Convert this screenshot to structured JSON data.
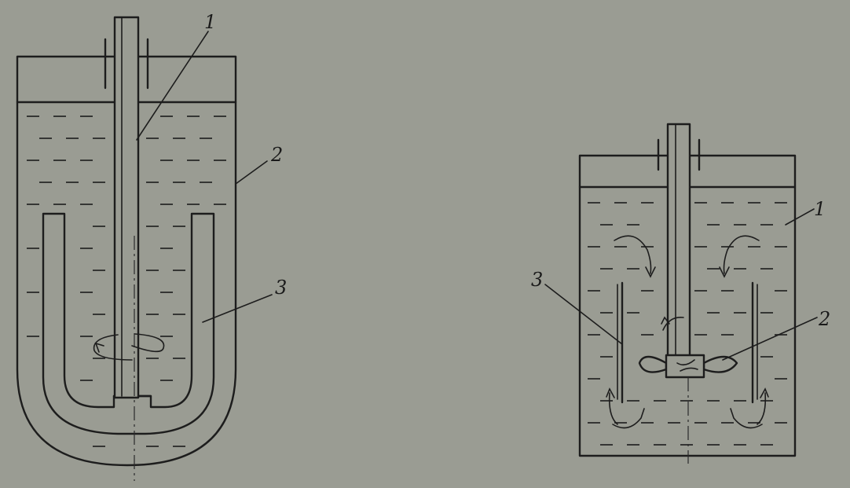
{
  "left_figure": {
    "labels": {
      "shaft": "1",
      "vessel": "2",
      "anchor": "3"
    }
  },
  "right_figure": {
    "labels": {
      "vessel": "1",
      "propeller": "2",
      "draft_tube": "3"
    }
  }
}
